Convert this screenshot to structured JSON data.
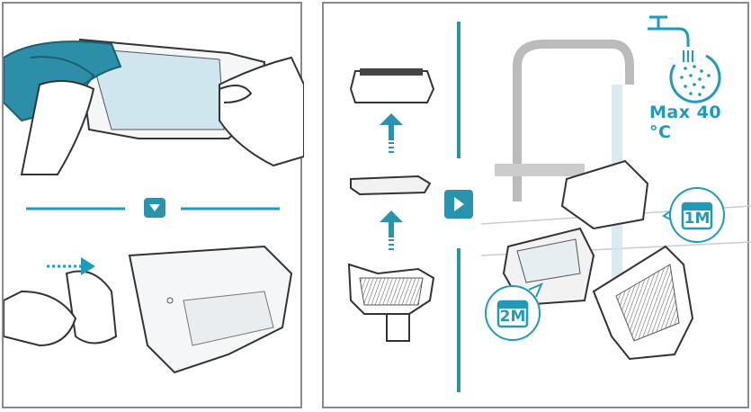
{
  "colors": {
    "accent": "#1f9ab8",
    "outline": "#333333",
    "frame": "#8a8a8a",
    "part_fill": "#f2f2f2",
    "water": "#cfe6ee"
  },
  "left_panel": {
    "step_indicator_icon": "chevron-down-icon"
  },
  "right_panel": {
    "step_indicator_icon": "chevron-right-icon",
    "water_temperature_label": "Max 40 °C",
    "monthly_badge_label": "1M",
    "bimonthly_badge_label": "2M",
    "icons": [
      "faucet-icon",
      "shower-head-icon",
      "calendar-icon"
    ]
  }
}
